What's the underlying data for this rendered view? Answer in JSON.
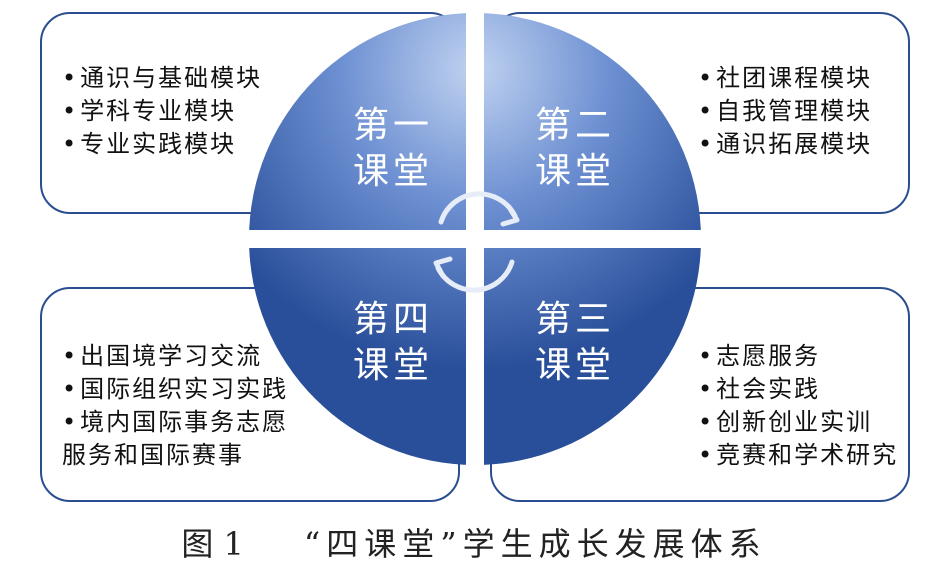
{
  "quadrants": {
    "q1": {
      "line1": "第一",
      "line2": "课堂",
      "items": [
        "通识与基础模块",
        "学科专业模块",
        "专业实践模块"
      ]
    },
    "q2": {
      "line1": "第二",
      "line2": "课堂",
      "items": [
        "社团课程模块",
        "自我管理模块",
        "通识拓展模块"
      ]
    },
    "q3": {
      "line1": "第三",
      "line2": "课堂",
      "items": [
        "志愿服务",
        "社会实践",
        "创新创业实训",
        "竞赛和学术研究"
      ]
    },
    "q4": {
      "line1": "第四",
      "line2": "课堂",
      "items": [
        "出国境学习交流",
        "国际组织实习实践",
        "境内国际事务志愿",
        "服务和国际赛事"
      ]
    }
  },
  "caption": {
    "number": "图 1",
    "title": "“四课堂”学生成长发展体系"
  },
  "colors": {
    "circle_light": "#9fb8e6",
    "circle_mid": "#5a80c8",
    "circle_dark": "#2a4f9a",
    "border": "#2b4e90",
    "arrow": "#e6edf8"
  }
}
